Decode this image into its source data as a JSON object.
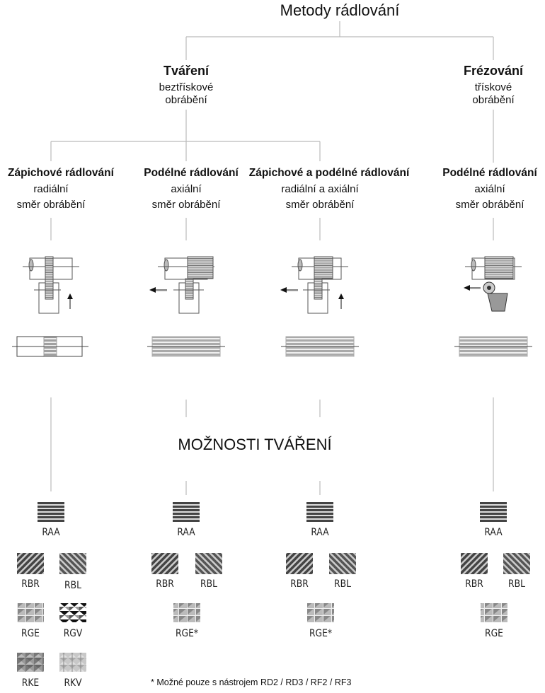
{
  "title": "Metody rádlování",
  "branches": [
    {
      "name": "Tváření",
      "sub1": "beztřískové",
      "sub2": "obrábění"
    },
    {
      "name": "Frézování",
      "sub1": "třískové",
      "sub2": "obrábění"
    }
  ],
  "columns": [
    {
      "name": "Zápichové rádlování",
      "line1": "radiální",
      "line2": "směr obrábění"
    },
    {
      "name": "Podélné rádlování",
      "line1": "axiální",
      "line2": "směr obrábění"
    },
    {
      "name": "Zápichové a podélné rádlování",
      "line1": "radiální a axiální",
      "line2": "směr obrábění"
    },
    {
      "name": "Podélné rádlování",
      "line1": "axiální",
      "line2": "směr obrábění"
    }
  ],
  "section_title": "MOŽNOSTI TVÁŘENÍ",
  "patterns": {
    "col1": [
      "RAA",
      "RBR",
      "RBL",
      "RGE",
      "RGV",
      "RKE",
      "RKV"
    ],
    "col2": [
      "RAA",
      "RBR",
      "RBL",
      "RGE*"
    ],
    "col3": [
      "RAA",
      "RBR",
      "RBL",
      "RGE*"
    ],
    "col4": [
      "RAA",
      "RBR",
      "RBL",
      "RGE"
    ]
  },
  "footnote": "*   Možné pouze s nástrojem RD2 / RD3 / RF2 / RF3"
}
